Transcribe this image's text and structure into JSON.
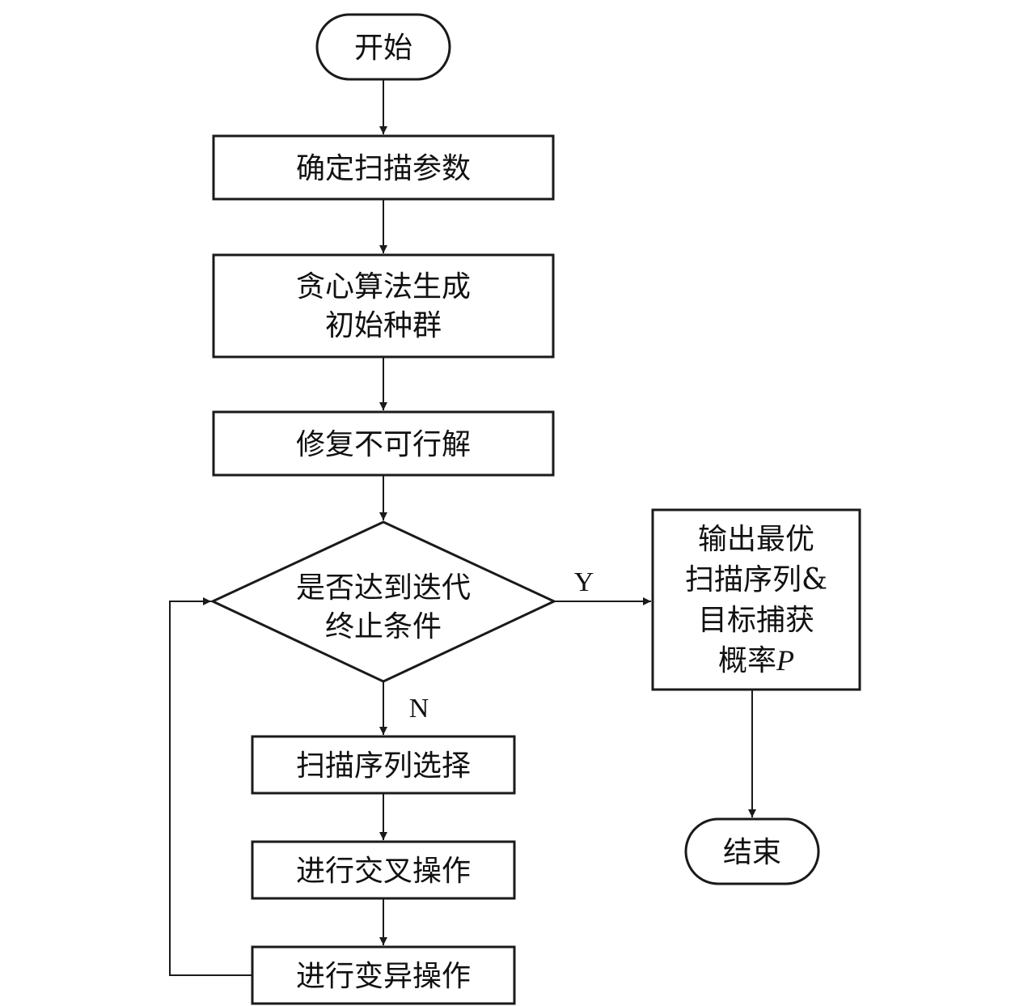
{
  "nodes": {
    "start": "开始",
    "params": "确定扫描参数",
    "greedy_1": "贪心算法生成",
    "greedy_2": "初始种群",
    "repair": "修复不可行解",
    "decision_1": "是否达到迭代",
    "decision_2": "终止条件",
    "select": "扫描序列选择",
    "crossover": "进行交叉操作",
    "mutation": "进行变异操作",
    "output_1": "输出最优",
    "output_2": "扫描序列&",
    "output_3": "目标捕获",
    "output_4_prefix": "概率",
    "output_4_var": "P",
    "end": "结束"
  },
  "edges": {
    "yes": "Y",
    "no": "N"
  }
}
